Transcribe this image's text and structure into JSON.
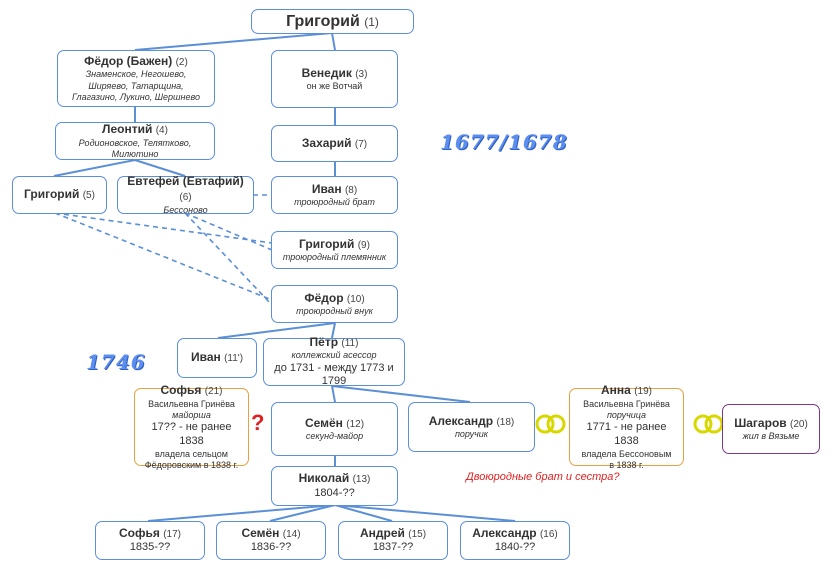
{
  "years": {
    "y1677": "1677/1678",
    "y1746": "1746"
  },
  "question_mark": "?",
  "note": "Двоюродные брат и сестра?",
  "nodes": {
    "grigoriy1": {
      "name": "Григорий",
      "num": "(1)"
    },
    "fedor2": {
      "name": "Фёдор (Бажен)",
      "num": "(2)",
      "sub": [
        "Знаменское, Негошево,",
        "Ширяево, Татарщина,",
        "Глагазино, Лукино, Шершнево"
      ]
    },
    "venedik3": {
      "name": "Венедик",
      "num": "(3)",
      "sub": [
        "он же Вотчай"
      ]
    },
    "leontiy4": {
      "name": "Леонтий",
      "num": "(4)",
      "sub": [
        "Родионовское, Телятково, Милютино"
      ]
    },
    "zahariy7": {
      "name": "Захарий",
      "num": "(7)"
    },
    "grigoriy5": {
      "name": "Григорий",
      "num": "(5)"
    },
    "evtefey6": {
      "name": "Евтефей (Евтафий)",
      "num": "(6)",
      "sub": [
        "Бессоново"
      ]
    },
    "ivan8": {
      "name": "Иван",
      "num": "(8)",
      "sub": [
        "троюродный брат"
      ]
    },
    "grigoriy9": {
      "name": "Григорий",
      "num": "(9)",
      "sub": [
        "троюродный племянник"
      ]
    },
    "fedor10": {
      "name": "Фёдор",
      "num": "(10)",
      "sub": [
        "троюродный внук"
      ]
    },
    "ivan11": {
      "name": "Иван",
      "num": "(11')"
    },
    "petr11": {
      "name": "Пётр",
      "num": "(11)",
      "sub": [
        "коллежский асессор"
      ],
      "dates": "до 1731 - между 1773 и 1799"
    },
    "sofya21": {
      "name": "Софья",
      "num": "(21)",
      "patronymic": "Васильевна Гринёва",
      "sub": [
        "майорша"
      ],
      "dates": "17?? - не ранее 1838",
      "plain": [
        "владела сельцом",
        "Фёдоровским в 1838 г."
      ]
    },
    "semen12": {
      "name": "Семён",
      "num": "(12)",
      "sub": [
        "секунд-майор"
      ]
    },
    "aleksandr18": {
      "name": "Александр",
      "num": "(18)",
      "sub": [
        "поручик"
      ]
    },
    "anna19": {
      "name": "Анна",
      "num": "(19)",
      "patronymic": "Васильевна Гринёва",
      "sub": [
        "поручица"
      ],
      "dates": "1771 - не ранее 1838",
      "plain": [
        "владела Бессоновым",
        "в 1838 г."
      ]
    },
    "shagarov20": {
      "name": "Шагаров",
      "num": "(20)",
      "sub": [
        "жил в Вязьме"
      ]
    },
    "nikolay13": {
      "name": "Николай",
      "num": "(13)",
      "dates": "1804-??"
    },
    "sofya17": {
      "name": "Софья",
      "num": "(17)",
      "dates": "1835-??"
    },
    "semen14": {
      "name": "Семён",
      "num": "(14)",
      "dates": "1836-??"
    },
    "andrey15": {
      "name": "Андрей",
      "num": "(15)",
      "dates": "1837-??"
    },
    "aleksandr16": {
      "name": "Александр",
      "num": "(16)",
      "dates": "1840-??"
    }
  },
  "colors": {
    "line": "#5b8fd6",
    "woman_border": "#e8a040",
    "ring": "#d8d800",
    "year": "#5c8ef0",
    "alert": "#e02020"
  }
}
